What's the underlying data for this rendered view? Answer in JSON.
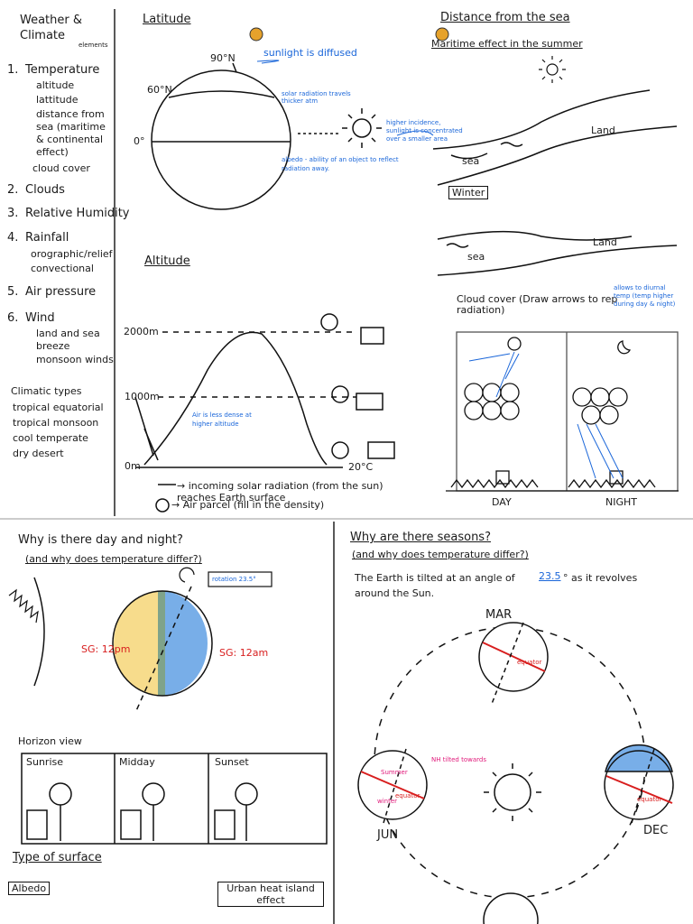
{
  "elements": {
    "title": "Weather &\nClimate",
    "elements_note": "elements",
    "items": [
      {
        "n": "1.",
        "label": "Temperature",
        "subs": [
          "altitude",
          "lattitude",
          "distance from sea (maritime & continental effect)",
          "cloud cover"
        ]
      },
      {
        "n": "2.",
        "label": "Clouds"
      },
      {
        "n": "3.",
        "label": "Relative Humidity"
      },
      {
        "n": "4.",
        "label": "Rainfall",
        "subs": [
          "orographic/relief",
          "convectional"
        ]
      },
      {
        "n": "5.",
        "label": "Air pressure"
      },
      {
        "n": "6.",
        "label": "Wind",
        "subs": [
          "land and sea breeze",
          "monsoon winds"
        ]
      }
    ],
    "climatic_title": "Climatic types",
    "climatic_types": [
      "tropical equatorial",
      "tropical monsoon",
      "cool temperate",
      "dry desert"
    ]
  },
  "latitude": {
    "title": "Latitude",
    "n90": "90°N",
    "n60": "60°N",
    "zero": "0°",
    "sunlight_diffused": "sunlight is diffused",
    "solar_radiation_note": "solar radiation travels thicker atm",
    "higher_incidence": "higher incidence, sunlight is concentrated over a smaller area",
    "albedo": "albedo - ability of an object to reflect radiation away."
  },
  "distance": {
    "title": "Distance from the sea",
    "subtitle": "Maritime effect in the summer",
    "land": "Land",
    "sea": "sea",
    "winter": "Winter",
    "land2": "Land",
    "sea2": "sea"
  },
  "altitude": {
    "title": "Altitude",
    "m2000": "2000m",
    "m1000": "1000m",
    "m0": "0m",
    "deg": "20°C",
    "note": "Air is less dense at higher altitude",
    "legend1": "→ incoming solar radiation (from the sun) reaches Earth surface",
    "legend2": "→ Air parcel (fill in the density)"
  },
  "cloud_cover": {
    "title": "Cloud cover (Draw arrows to rep radiation)",
    "side_note": "allows to diurnal temp (temp higher during day & night)",
    "day": "DAY",
    "night": "NIGHT"
  },
  "day_night": {
    "title": "Why is there day and night?",
    "subtitle": "(and why does temperature differ?)",
    "rotation": "rotation 23.5°",
    "sg_pm": "SG: 12pm",
    "sg_am": "SG: 12am",
    "horizon_title": "Horizon view",
    "horizon": [
      "Sunrise",
      "Midday",
      "Sunset"
    ],
    "surface_title": "Type of surface",
    "albedo": "Albedo",
    "uhi": "Urban heat island effect"
  },
  "seasons": {
    "title": "Why are there seasons?",
    "subtitle": "(and why does temperature differ?)",
    "tilt_text_1": "The Earth is tilted at an angle of",
    "tilt_value": "23.5",
    "tilt_text_2": "° as it revolves",
    "tilt_text_3": "around the Sun.",
    "mar": "MAR",
    "jun": "JUN",
    "dec": "DEC",
    "equator": "equator",
    "summer": "Summer",
    "winter": "winter",
    "nh": "NH tilted towards"
  }
}
